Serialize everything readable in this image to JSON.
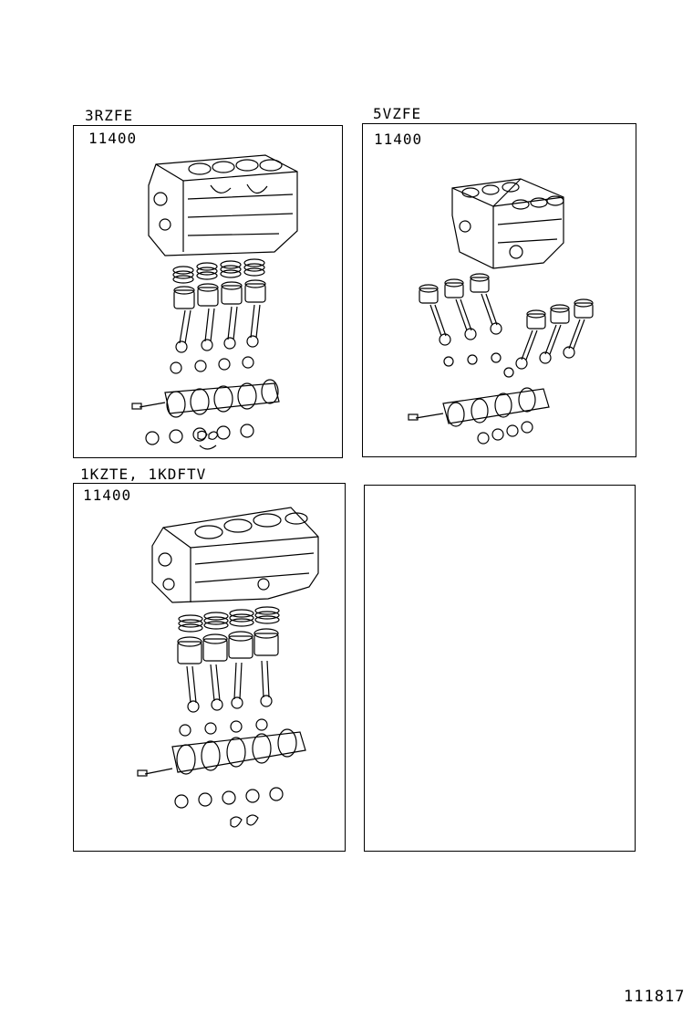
{
  "panels": [
    {
      "engine": "3RZFE",
      "part_code": "11400"
    },
    {
      "engine": "5VZFE",
      "part_code": "11400"
    },
    {
      "engine": "1KZTE, 1KDFTV",
      "part_code": "11400"
    },
    {
      "engine": "",
      "part_code": ""
    }
  ],
  "diagram_number": "111817",
  "icons": {
    "inline4_assembly": "inline-4-short-block-assembly-icon",
    "v6_assembly": "v6-short-block-assembly-icon"
  }
}
